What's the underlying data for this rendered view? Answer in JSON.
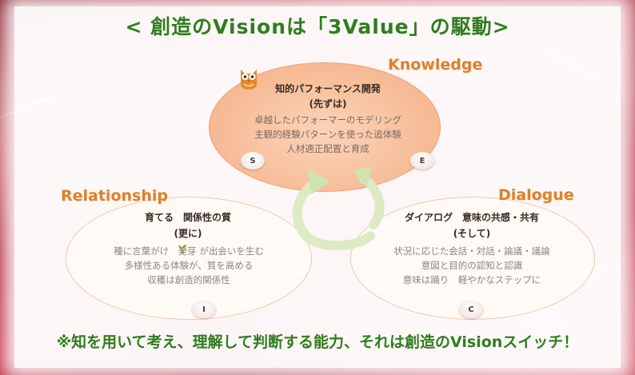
{
  "title": "< 創造のVisionは「3Value」の駆動>",
  "knowledge": {
    "label": "Knowledge",
    "heading": "知的パフォーマンス開発",
    "subheading": "(先ずは)",
    "lines": [
      "卓越したパフォーマーのモデリング",
      "主観的経験パターンを使った追体験",
      "人材適正配置と育成"
    ],
    "badge_left": "S",
    "badge_right": "E"
  },
  "relationship": {
    "label": "Relationship",
    "heading": "育てる　関係性の質",
    "subheading": "(更に)",
    "lines": [
      "種に言葉がけ　発芽 が出会いを生む",
      "多様性ある体験が、質を高める",
      "収穫は創造的関係性"
    ],
    "badge": "I"
  },
  "dialogue": {
    "label": "Dialogue",
    "heading": "ダイアログ　意味の共感・共有",
    "subheading": "(そして)",
    "lines": [
      "状況に応じた会話・対話・論議・議論",
      "意図と目的の認知と認識",
      "意味は踊り　軽やかなステップに"
    ],
    "badge": "C"
  },
  "footer": "※知を用いて考え、理解して判断する能力、それは創造のVisionスイッチ！",
  "icons": {
    "owl": "owl-icon",
    "cycle": "cycle-arrows-icon",
    "sprout": "sprout-icon"
  },
  "colors": {
    "title": "#2f7d1e",
    "keyword": "#d9822e",
    "top_ellipse": "#f6b993",
    "background": "#a3132a"
  }
}
